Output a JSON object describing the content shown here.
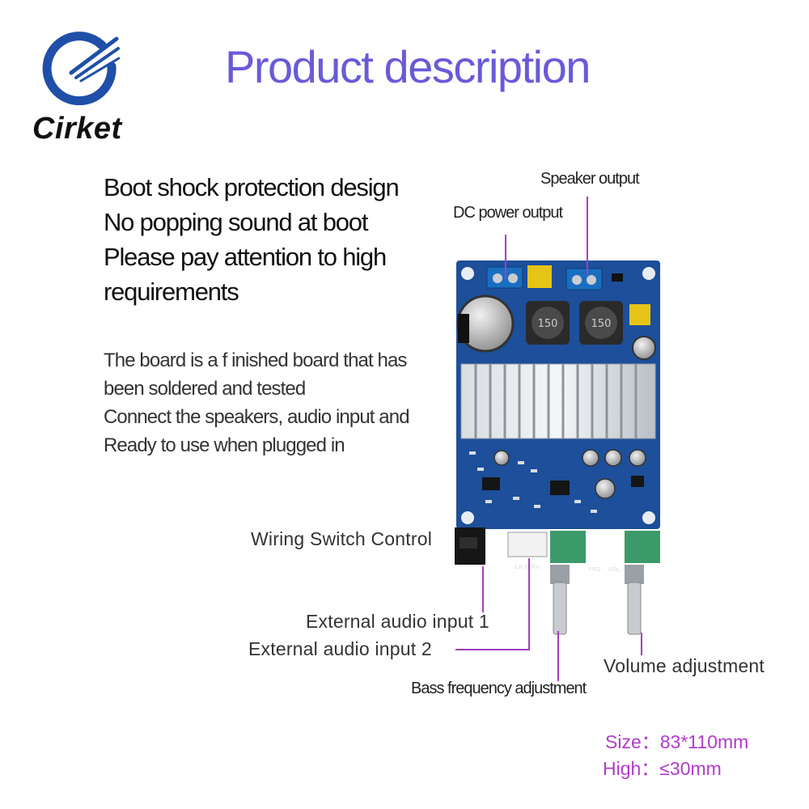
{
  "brand": {
    "name": "Cirket"
  },
  "title": "Product description",
  "features": [
    "Boot shock protection design",
    "No popping sound at boot",
    "Please pay attention to high",
    "requirements"
  ],
  "description": [
    "The board is a f inished board that has",
    "been soldered and tested",
    "Connect the speakers, audio input and",
    "Ready to use when plugged in"
  ],
  "callouts": {
    "speaker_output": "Speaker output",
    "dc_power_output": "DC power output",
    "wiring_switch_control": "Wiring Switch Control",
    "external_audio_input_1": "External audio input 1",
    "external_audio_input_2": "External audio input 2",
    "bass_frequency_adjustment": "Bass frequency adjustment",
    "volume_adjustment": "Volume adjustment"
  },
  "specs": {
    "size": "Size：83*110mm",
    "high": "High：≤30mm"
  },
  "board_labels": {
    "inductor_1": "150",
    "inductor_2": "150",
    "freq_knob": "FRQ",
    "vol_knob": "VOL",
    "input_connector": "Lin G Rin"
  },
  "colors": {
    "title": "#6a5ad8",
    "logo": "#1f4fa8",
    "callout_line": "#a040c0",
    "spec_text": "#b03cc8",
    "pcb": "#1d4f9a"
  }
}
